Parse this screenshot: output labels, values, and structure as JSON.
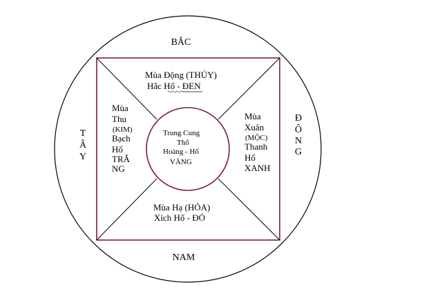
{
  "directions": {
    "north": "BẮC",
    "south": "NAM",
    "west": [
      "T",
      "Â",
      "Y"
    ],
    "east": [
      "Đ",
      "Ô",
      "N",
      "G"
    ]
  },
  "regions": {
    "north": {
      "line1": "Mùa Động (THỦY)",
      "line2_prefix": "Hắc Hổ - ",
      "line2_color": "ĐEN"
    },
    "south": {
      "line1": "Mùa Hạ (HỎA)",
      "line2": "Xích Hổ - ĐỎ"
    },
    "west": [
      "Mùa",
      "Thu",
      "(KIM)",
      "Bạch",
      "Hổ",
      "TRẮ",
      "NG"
    ],
    "east": [
      "Mùa",
      "Xuân",
      "(MỘC)",
      "Thanh",
      "Hổ",
      "XANH"
    ],
    "center": [
      "Trung Cung",
      "Thổ",
      "Hoàng - Hổ",
      "VÀNG"
    ]
  },
  "colors": {
    "circle_stroke": "#000000",
    "square_stroke": "#7a1f2b",
    "squiggle": "#3a8a3a"
  }
}
